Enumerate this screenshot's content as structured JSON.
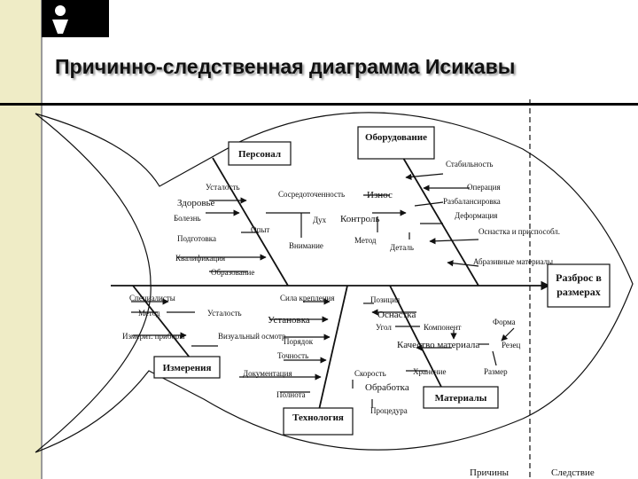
{
  "title": "Причинно-следственная диаграмма Исикавы",
  "logo": "logo-icon",
  "categories": {
    "personnel": "Персонал",
    "equipment": "Оборудование",
    "measurements": "Измерения",
    "technology": "Технология",
    "materials": "Материалы"
  },
  "effect": {
    "line1": "Разброс в",
    "line2": "размерах"
  },
  "causes": {
    "stability": "Стабильность",
    "fatigue_top": "Усталость",
    "concentration": "Сосредоточенность",
    "wear": "Износ",
    "operation": "Операция",
    "health": "Здоровье",
    "balancing": "Разбалансировка",
    "illness": "Болезнь",
    "mood": "Дух",
    "control": "Контроль",
    "deformation": "Деформация",
    "experience": "Опыт",
    "training": "Подготовка",
    "attention": "Внимание",
    "method_top": "Метод",
    "part": "Деталь",
    "fixtures": "Оснастка и приспособл.",
    "qualification": "Квалификация",
    "abrasive": "Абразивные материалы",
    "education": "Образование",
    "specialists": "Специалисты",
    "clamp_force": "Сила крепления",
    "position": "Позиция",
    "method_bottom": "Метод",
    "fatigue_bottom": "Усталость",
    "setup": "Установка",
    "tooling": "Оснастка",
    "angle": "Угол",
    "component": "Компонент",
    "shape": "Форма",
    "gauges": "Измерит. приборы",
    "visual": "Визуальный осмотр",
    "order": "Порядок",
    "material_quality": "Качество материала",
    "cutting": "Резец",
    "accuracy": "Точность",
    "storage": "Хранение",
    "size": "Размер",
    "documentation": "Документация",
    "speed": "Скорость",
    "processing": "Обработка",
    "completeness": "Полнота",
    "procedure": "Процедура"
  },
  "footer": {
    "causes": "Причины",
    "effect": "Следствие"
  }
}
